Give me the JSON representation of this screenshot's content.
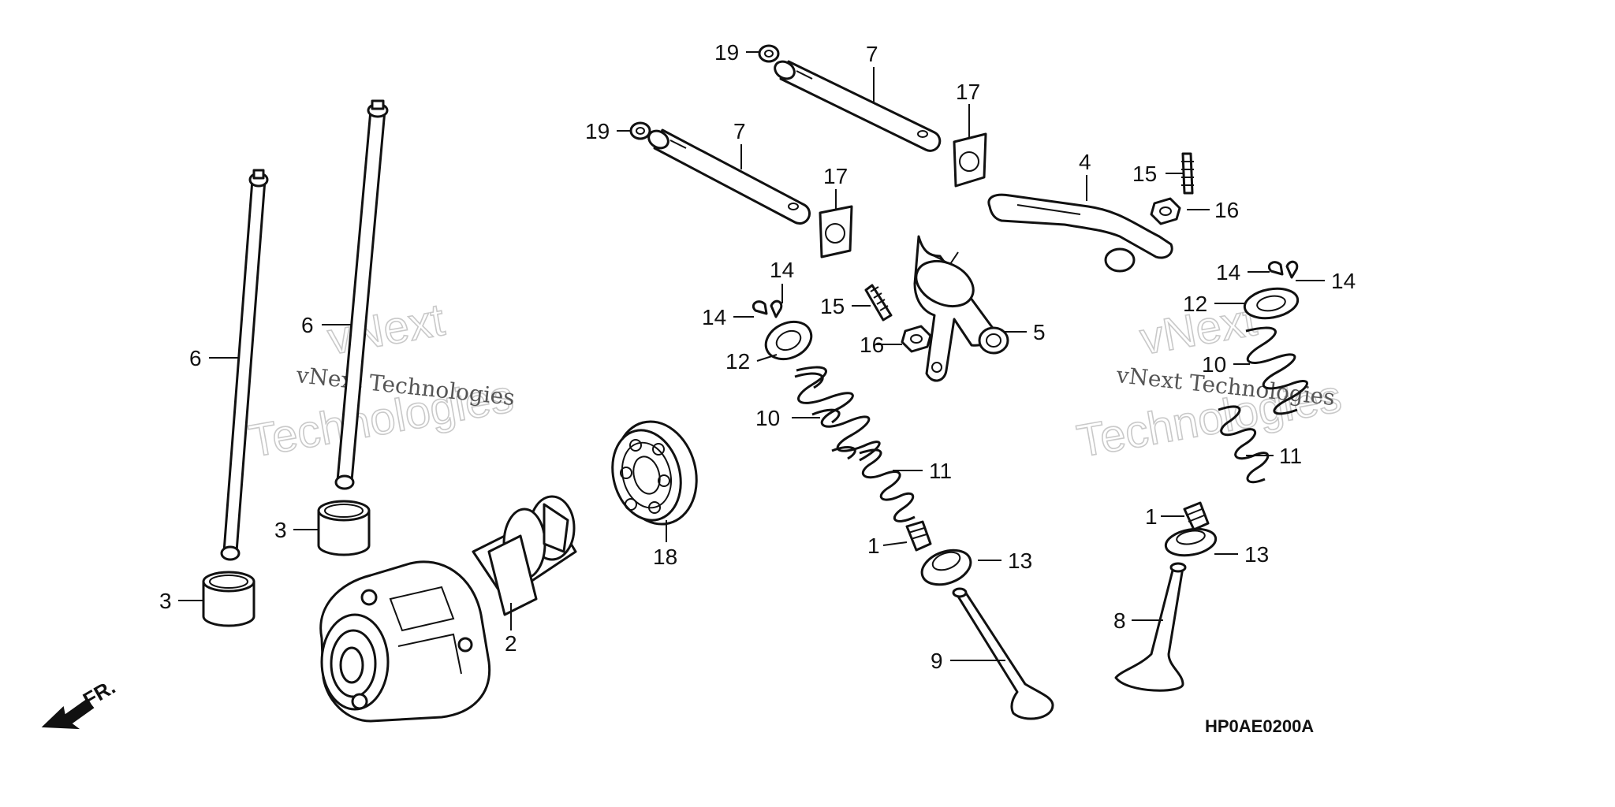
{
  "diagram_code": "HP0AE0200A",
  "front_marker": "FR.",
  "watermark": {
    "line1": "vNext Technologies",
    "big_top": "vNext",
    "big_bottom": "Technologies"
  },
  "callouts": [
    {
      "id": "c1a",
      "label": "1"
    },
    {
      "id": "c1b",
      "label": "1"
    },
    {
      "id": "c2",
      "label": "2"
    },
    {
      "id": "c3a",
      "label": "3"
    },
    {
      "id": "c3b",
      "label": "3"
    },
    {
      "id": "c4",
      "label": "4"
    },
    {
      "id": "c5",
      "label": "5"
    },
    {
      "id": "c6a",
      "label": "6"
    },
    {
      "id": "c6b",
      "label": "6"
    },
    {
      "id": "c7a",
      "label": "7"
    },
    {
      "id": "c7b",
      "label": "7"
    },
    {
      "id": "c8",
      "label": "8"
    },
    {
      "id": "c9",
      "label": "9"
    },
    {
      "id": "c10a",
      "label": "10"
    },
    {
      "id": "c10b",
      "label": "10"
    },
    {
      "id": "c11a",
      "label": "11"
    },
    {
      "id": "c11b",
      "label": "11"
    },
    {
      "id": "c12a",
      "label": "12"
    },
    {
      "id": "c12b",
      "label": "12"
    },
    {
      "id": "c13a",
      "label": "13"
    },
    {
      "id": "c13b",
      "label": "13"
    },
    {
      "id": "c14a",
      "label": "14"
    },
    {
      "id": "c14b",
      "label": "14"
    },
    {
      "id": "c14c",
      "label": "14"
    },
    {
      "id": "c14d",
      "label": "14"
    },
    {
      "id": "c15a",
      "label": "15"
    },
    {
      "id": "c15b",
      "label": "15"
    },
    {
      "id": "c16a",
      "label": "16"
    },
    {
      "id": "c16b",
      "label": "16"
    },
    {
      "id": "c17a",
      "label": "17"
    },
    {
      "id": "c17b",
      "label": "17"
    },
    {
      "id": "c18",
      "label": "18"
    },
    {
      "id": "c19a",
      "label": "19"
    },
    {
      "id": "c19b",
      "label": "19"
    }
  ]
}
